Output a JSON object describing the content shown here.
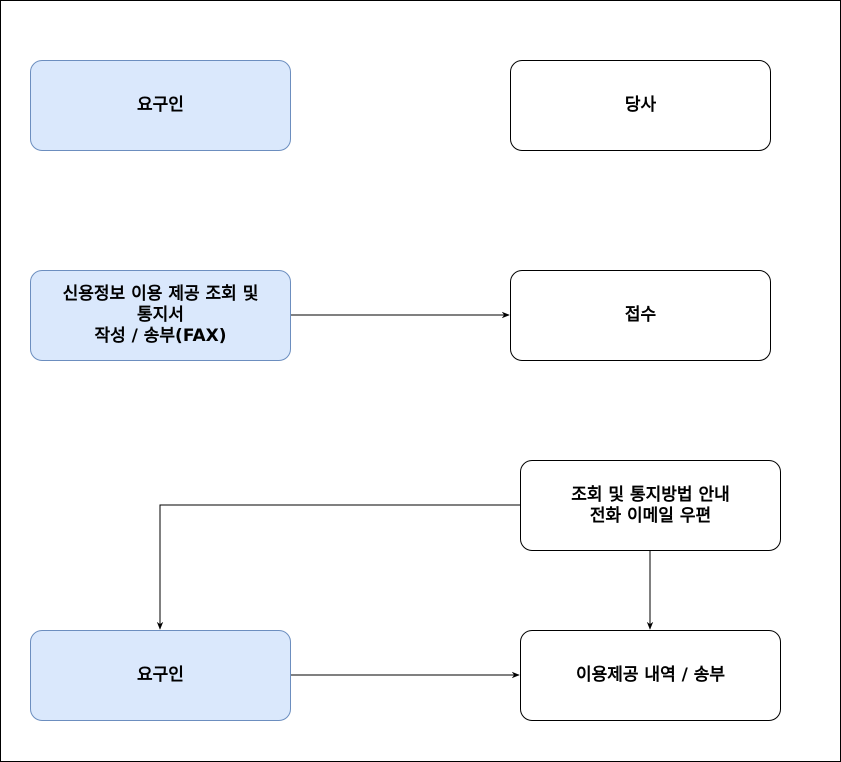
{
  "colors": {
    "requester_fill": "#dae8fc",
    "requester_stroke": "#6c8ebf",
    "company_fill": "#ffffff",
    "company_stroke": "#000000",
    "edge": "#000000"
  },
  "nodes": {
    "requester_header": "요구인",
    "company_header": "당사",
    "request_form": "신용정보 이용 제공 조회 및\n통지서\n작성 / 송부(FAX)",
    "receipt": "접수",
    "notice_guide": "조회 및 통지방법 안내\n전화 이메일 우편",
    "requester_bottom": "요구인",
    "usage_history": "이용제공 내역 / 송부"
  }
}
